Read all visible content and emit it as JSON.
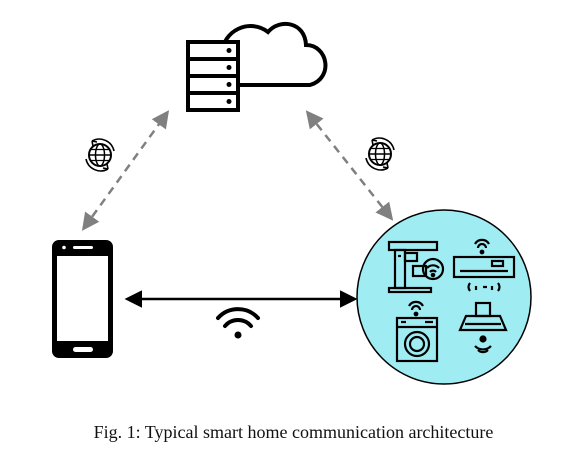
{
  "caption": "Fig. 1: Typical smart home communication architecture",
  "icons": {
    "cloud_server": "server-cloud-icon",
    "smartphone": "smartphone-icon",
    "smart_home_devices": "smart-home-devices-icon",
    "internet_left": "globe-sync-icon",
    "internet_right": "globe-sync-icon",
    "local_wireless": "wifi-icon"
  },
  "colors": {
    "device_circle_fill": "#9fecf2",
    "dashed_link": "#808080",
    "solid_link": "#000000",
    "icon_stroke": "#000000"
  },
  "links": [
    {
      "from": "smartphone",
      "to": "cloud_server",
      "style": "dashed",
      "bidirectional": true
    },
    {
      "from": "cloud_server",
      "to": "smart_home_devices",
      "style": "dashed",
      "bidirectional": true
    },
    {
      "from": "smartphone",
      "to": "smart_home_devices",
      "style": "solid",
      "bidirectional": true
    }
  ]
}
